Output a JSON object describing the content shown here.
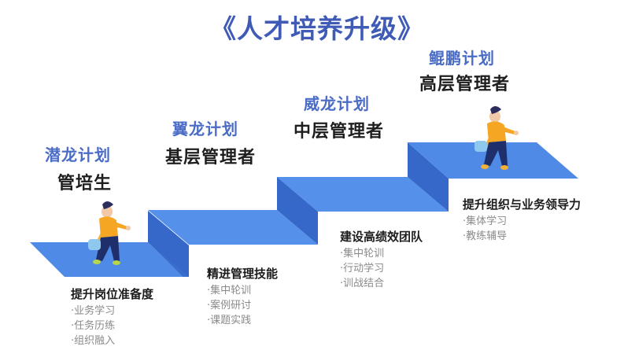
{
  "title": "《人才培养升级》",
  "colors": {
    "step_top": "#4f8ae6",
    "step_riser": "#3a6fd0",
    "plan_text": "#4a6cc6",
    "title_text": "#3f5bb5",
    "shirt": "#f5a623",
    "pants": "#1f2f6b"
  },
  "stages": [
    {
      "plan": "潜龙计划",
      "role": "管培生",
      "focus": "提升岗位准备度",
      "items": [
        "·业务学习",
        "·任务历练",
        "·组织融入"
      ]
    },
    {
      "plan": "翼龙计划",
      "role": "基层管理者",
      "focus": "精进管理技能",
      "items": [
        "·集中轮训",
        "·案例研讨",
        "·课题实践"
      ]
    },
    {
      "plan": "威龙计划",
      "role": "中层管理者",
      "focus": "建设高绩效团队",
      "items": [
        "·集中轮训",
        "·行动学习",
        "·训战结合"
      ]
    },
    {
      "plan": "鲲鹏计划",
      "role": "高层管理者",
      "focus": "提升组织与业务领导力",
      "items": [
        "·集体学习",
        "·教练辅导"
      ]
    }
  ]
}
